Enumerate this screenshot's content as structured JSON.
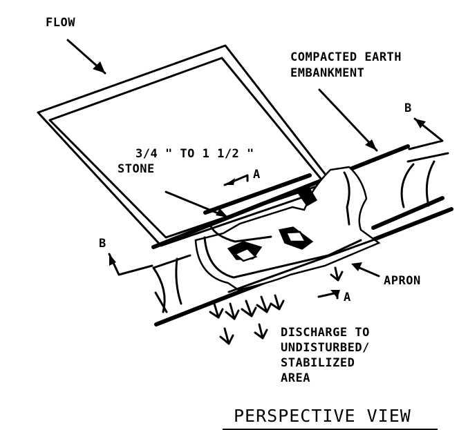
{
  "labels": {
    "flow": "FLOW",
    "embankment_line1": "COMPACTED EARTH",
    "embankment_line2": "EMBANKMENT",
    "stone_line1": "3/4 \" TO 1 1/2 \"",
    "stone_line2": "STONE",
    "section_b_right": "B",
    "section_b_left": "B",
    "section_a_top": "A",
    "section_a_bottom": "A",
    "apron": "APRON",
    "discharge_line1": "DISCHARGE TO",
    "discharge_line2": "UNDISTURBED/",
    "discharge_line3": "STABILIZED",
    "discharge_line4": "AREA"
  },
  "title": "PERSPECTIVE VIEW"
}
